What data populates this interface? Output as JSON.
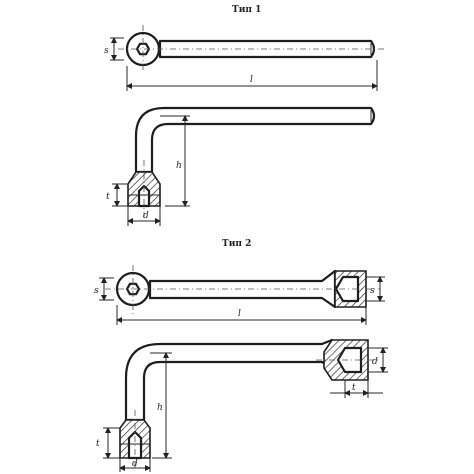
{
  "type1": {
    "title": "Тип 1",
    "labels": {
      "s": "s",
      "l": "l",
      "h": "h",
      "t": "t",
      "d": "d"
    }
  },
  "type2": {
    "title": "Тип 2",
    "labels": {
      "s_left": "s",
      "s_right": "s",
      "l": "l",
      "h": "h",
      "t_left": "t",
      "t_right": "t",
      "d_left": "d",
      "d_right": "d"
    }
  }
}
